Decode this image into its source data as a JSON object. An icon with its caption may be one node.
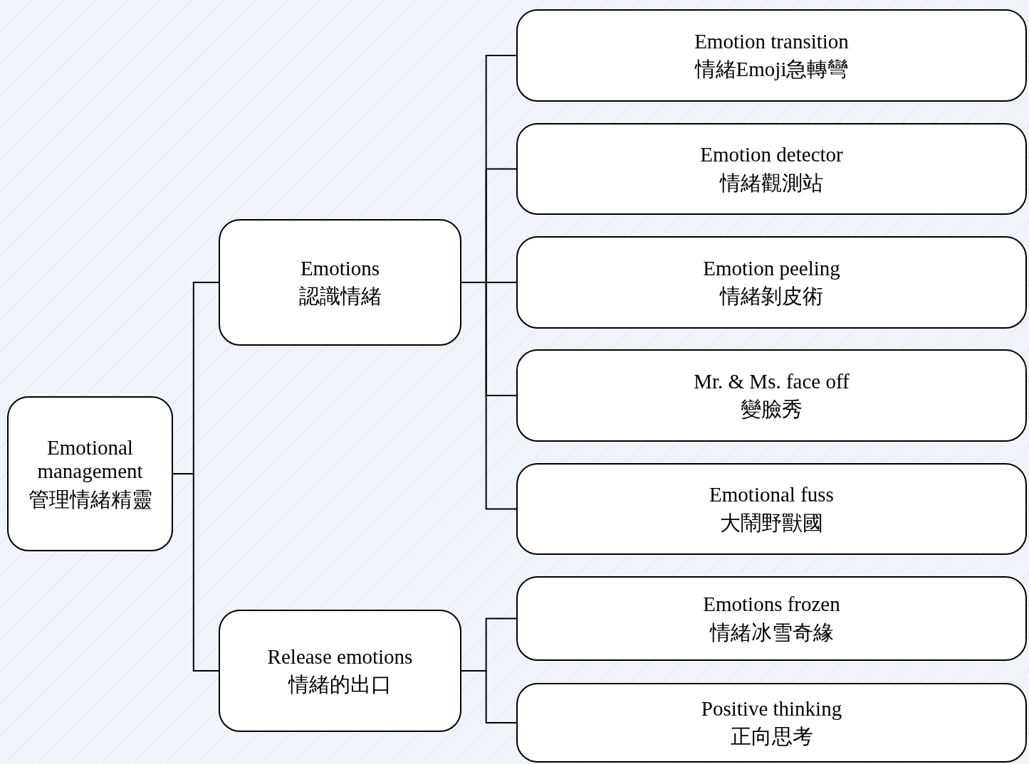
{
  "diagram": {
    "nodes": [
      {
        "text": [
          "Emotional management",
          "管理情緒精靈"
        ]
      },
      {
        "text": [
          "Emotions",
          "認識情緒"
        ]
      },
      {
        "text": [
          "Release emotions",
          "情緒的出口"
        ]
      },
      {
        "text": [
          "Emotion transition",
          "情緒Emoji急轉彎"
        ]
      },
      {
        "text": [
          "Emotion detector",
          "情緒觀測站"
        ]
      },
      {
        "text": [
          "Emotion peeling",
          "情緒剝皮術"
        ]
      },
      {
        "text": [
          "Mr. & Ms. face off",
          "變臉秀"
        ]
      },
      {
        "text": [
          "Emotional fuss",
          "大鬧野獸國"
        ]
      },
      {
        "text": [
          "Emotions frozen",
          "情緒冰雪奇緣"
        ]
      },
      {
        "text": [
          "Positive thinking",
          "正向思考"
        ]
      }
    ],
    "edges": [
      {
        "from": 0,
        "to": 1,
        "arrow": "none"
      },
      {
        "from": 0,
        "to": 2,
        "arrow": "none"
      },
      {
        "from": 1,
        "to": 3,
        "arrow": "none"
      },
      {
        "from": 1,
        "to": 4,
        "arrow": "none"
      },
      {
        "from": 1,
        "to": 5,
        "arrow": "none"
      },
      {
        "from": 1,
        "to": 6,
        "arrow": "none"
      },
      {
        "from": 1,
        "to": 7,
        "arrow": "none"
      },
      {
        "from": 2,
        "to": 8,
        "arrow": "none"
      },
      {
        "from": 2,
        "to": 9,
        "arrow": "none"
      }
    ]
  }
}
